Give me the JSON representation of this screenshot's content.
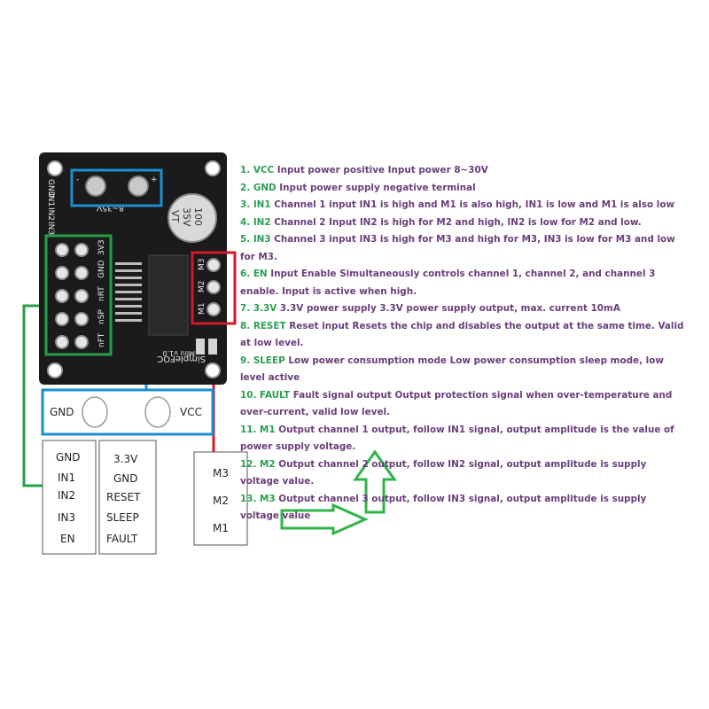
{
  "board": {
    "top_labels": [
      "GND",
      "IN1",
      "IN2",
      "IN3"
    ],
    "header_left_labels": [
      "nFT",
      "nSP",
      "nRT",
      "GND",
      "3V3"
    ],
    "motor_labels": [
      "M3",
      "M2",
      "M1"
    ],
    "power_silk": [
      "-",
      "+"
    ],
    "capacitor": [
      "100",
      "35V",
      "VT"
    ],
    "logo": [
      "SimpleFOC",
      "Mini v1.0"
    ],
    "voltage_silk": "8~35V"
  },
  "power_box": {
    "gnd_label": "GND",
    "vcc_label": "VCC"
  },
  "pin_boxes": {
    "left": [
      "GND",
      "IN1",
      "IN2",
      "IN3",
      "EN"
    ],
    "middle": [
      "3.3V",
      "GND",
      "RESET",
      "SLEEP",
      "FAULT"
    ],
    "motor": [
      "M3",
      "M2",
      "M1"
    ]
  },
  "colors": {
    "blue": "#1a8fd1",
    "green": "#27a048",
    "red": "#d0192a",
    "arrow": "#2fb44a",
    "board": "#1b1b1b",
    "desc_label": "#2b9e51",
    "desc_text": "#6a3e7a"
  },
  "descriptions": [
    {
      "num": "1.",
      "name": "VCC",
      "text": "Input power positive Input power 8~30V"
    },
    {
      "num": "2.",
      "name": "GND",
      "text": "Input power supply negative terminal"
    },
    {
      "num": "3.",
      "name": "IN1",
      "text": "Channel 1 input IN1 is high and M1 is also high, IN1 is low and M1 is also low"
    },
    {
      "num": "4.",
      "name": "IN2",
      "text": "Channel 2 Input IN2 is high for M2 and high, IN2 is low for M2 and low."
    },
    {
      "num": "5.",
      "name": "IN3",
      "text": "Channel 3 input IN3 is high for M3 and high for M3, IN3 is low for M3 and low for M3."
    },
    {
      "num": "6.",
      "name": "EN",
      "text": "Input Enable Simultaneously controls channel 1, channel 2, and channel 3 enable. Input is active when high."
    },
    {
      "num": "7.",
      "name": "3.3V",
      "text": "3.3V power supply 3.3V power supply output, max. current 10mA"
    },
    {
      "num": "8.",
      "name": "RESET",
      "text": "Reset input Resets the chip and disables the output at the same time. Valid at low level."
    },
    {
      "num": "9.",
      "name": "SLEEP",
      "text": "Low power consumption mode Low power consumption sleep mode, low level active"
    },
    {
      "num": "10.",
      "name": "FAULT",
      "text": "Fault signal output Output protection signal when over-temperature and over-current, valid low level."
    },
    {
      "num": "11.",
      "name": "M1",
      "text": "Output channel 1 output, follow IN1 signal, output amplitude is the value of power supply voltage."
    },
    {
      "num": "12.",
      "name": "M2",
      "text": "Output channel 2 output, follow IN2 signal, output amplitude is supply voltage value."
    },
    {
      "num": "13.",
      "name": "M3",
      "text": "Output channel 3 output, follow IN3 signal, output amplitude is supply voltage value"
    }
  ]
}
